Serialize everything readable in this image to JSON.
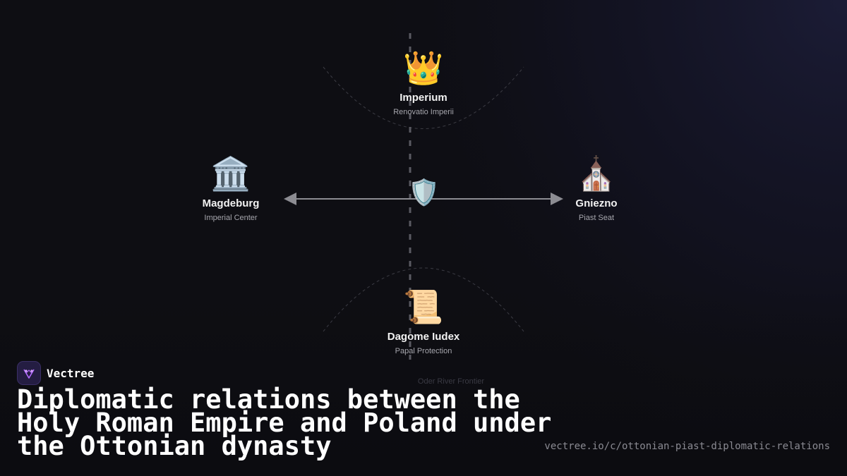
{
  "nodes": {
    "top": {
      "icon": "crown-icon",
      "emoji": "👑",
      "title": "Imperium",
      "subtitle": "Renovatio Imperii"
    },
    "left": {
      "icon": "classical-building-icon",
      "emoji": "🏛️",
      "title": "Magdeburg",
      "subtitle": "Imperial Center"
    },
    "right": {
      "icon": "church-icon",
      "emoji": "⛪",
      "title": "Gniezno",
      "subtitle": "Piast Seat"
    },
    "bottom": {
      "icon": "scroll-icon",
      "emoji": "📜",
      "title": "Dagome Iudex",
      "subtitle": "Papal Protection"
    }
  },
  "center": {
    "icon": "shield-icon",
    "emoji": "🛡️"
  },
  "frontier_label": "Oder River Frontier",
  "brand": {
    "name": "Vectree",
    "icon": "vectree-logo-icon"
  },
  "title": "Diplomatic relations between the Holy Roman Empire and Poland under the Ottonian dynasty",
  "url": "vectree.io/c/ottonian-piast-diplomatic-relations",
  "colors": {
    "background": "#0e0e13",
    "arrow": "#8c8c92",
    "frontier_line": "#5a5a62",
    "arc": "#3c3c44",
    "logo_bg": "#241d42",
    "logo_mark": "#b36bff"
  }
}
